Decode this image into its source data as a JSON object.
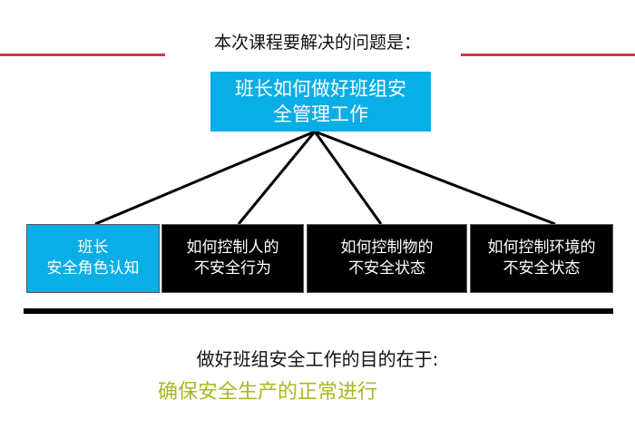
{
  "header": {
    "title": "本次课程要解决的问题是："
  },
  "root": {
    "line1": "班长如何做好班组安",
    "line2": "全管理工作"
  },
  "children": [
    {
      "line1": "班长",
      "line2": "安全角色认知"
    },
    {
      "line1": "如何控制人的",
      "line2": "不安全行为"
    },
    {
      "line1": "如何控制物的",
      "line2": "不安全状态"
    },
    {
      "line1": "如何控制环境的",
      "line2": "不安全状态"
    }
  ],
  "footer": {
    "purpose": "做好班组安全工作的目的在于:",
    "goal": "确保安全生产的正常进行"
  },
  "colors": {
    "accent_blue": "#0aaee6",
    "rule_red": "#d9333f",
    "goal_green": "#a8b820"
  }
}
